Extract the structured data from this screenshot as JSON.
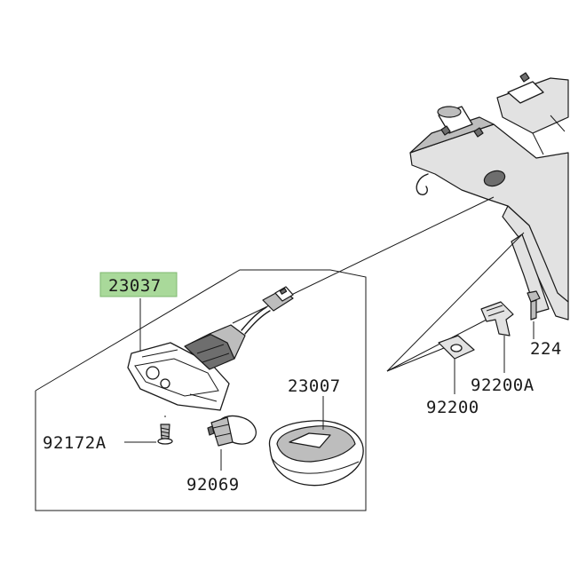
{
  "parts": {
    "turn_signal_assembly": {
      "number": "23037",
      "highlight_color": "#a9d99a"
    },
    "lens": {
      "number": "23007"
    },
    "screw": {
      "number": "92172A"
    },
    "bulb": {
      "number": "92069"
    },
    "bolt": {
      "number": "224"
    },
    "bracket": {
      "number": "92200A"
    },
    "plate": {
      "number": "92200"
    }
  }
}
